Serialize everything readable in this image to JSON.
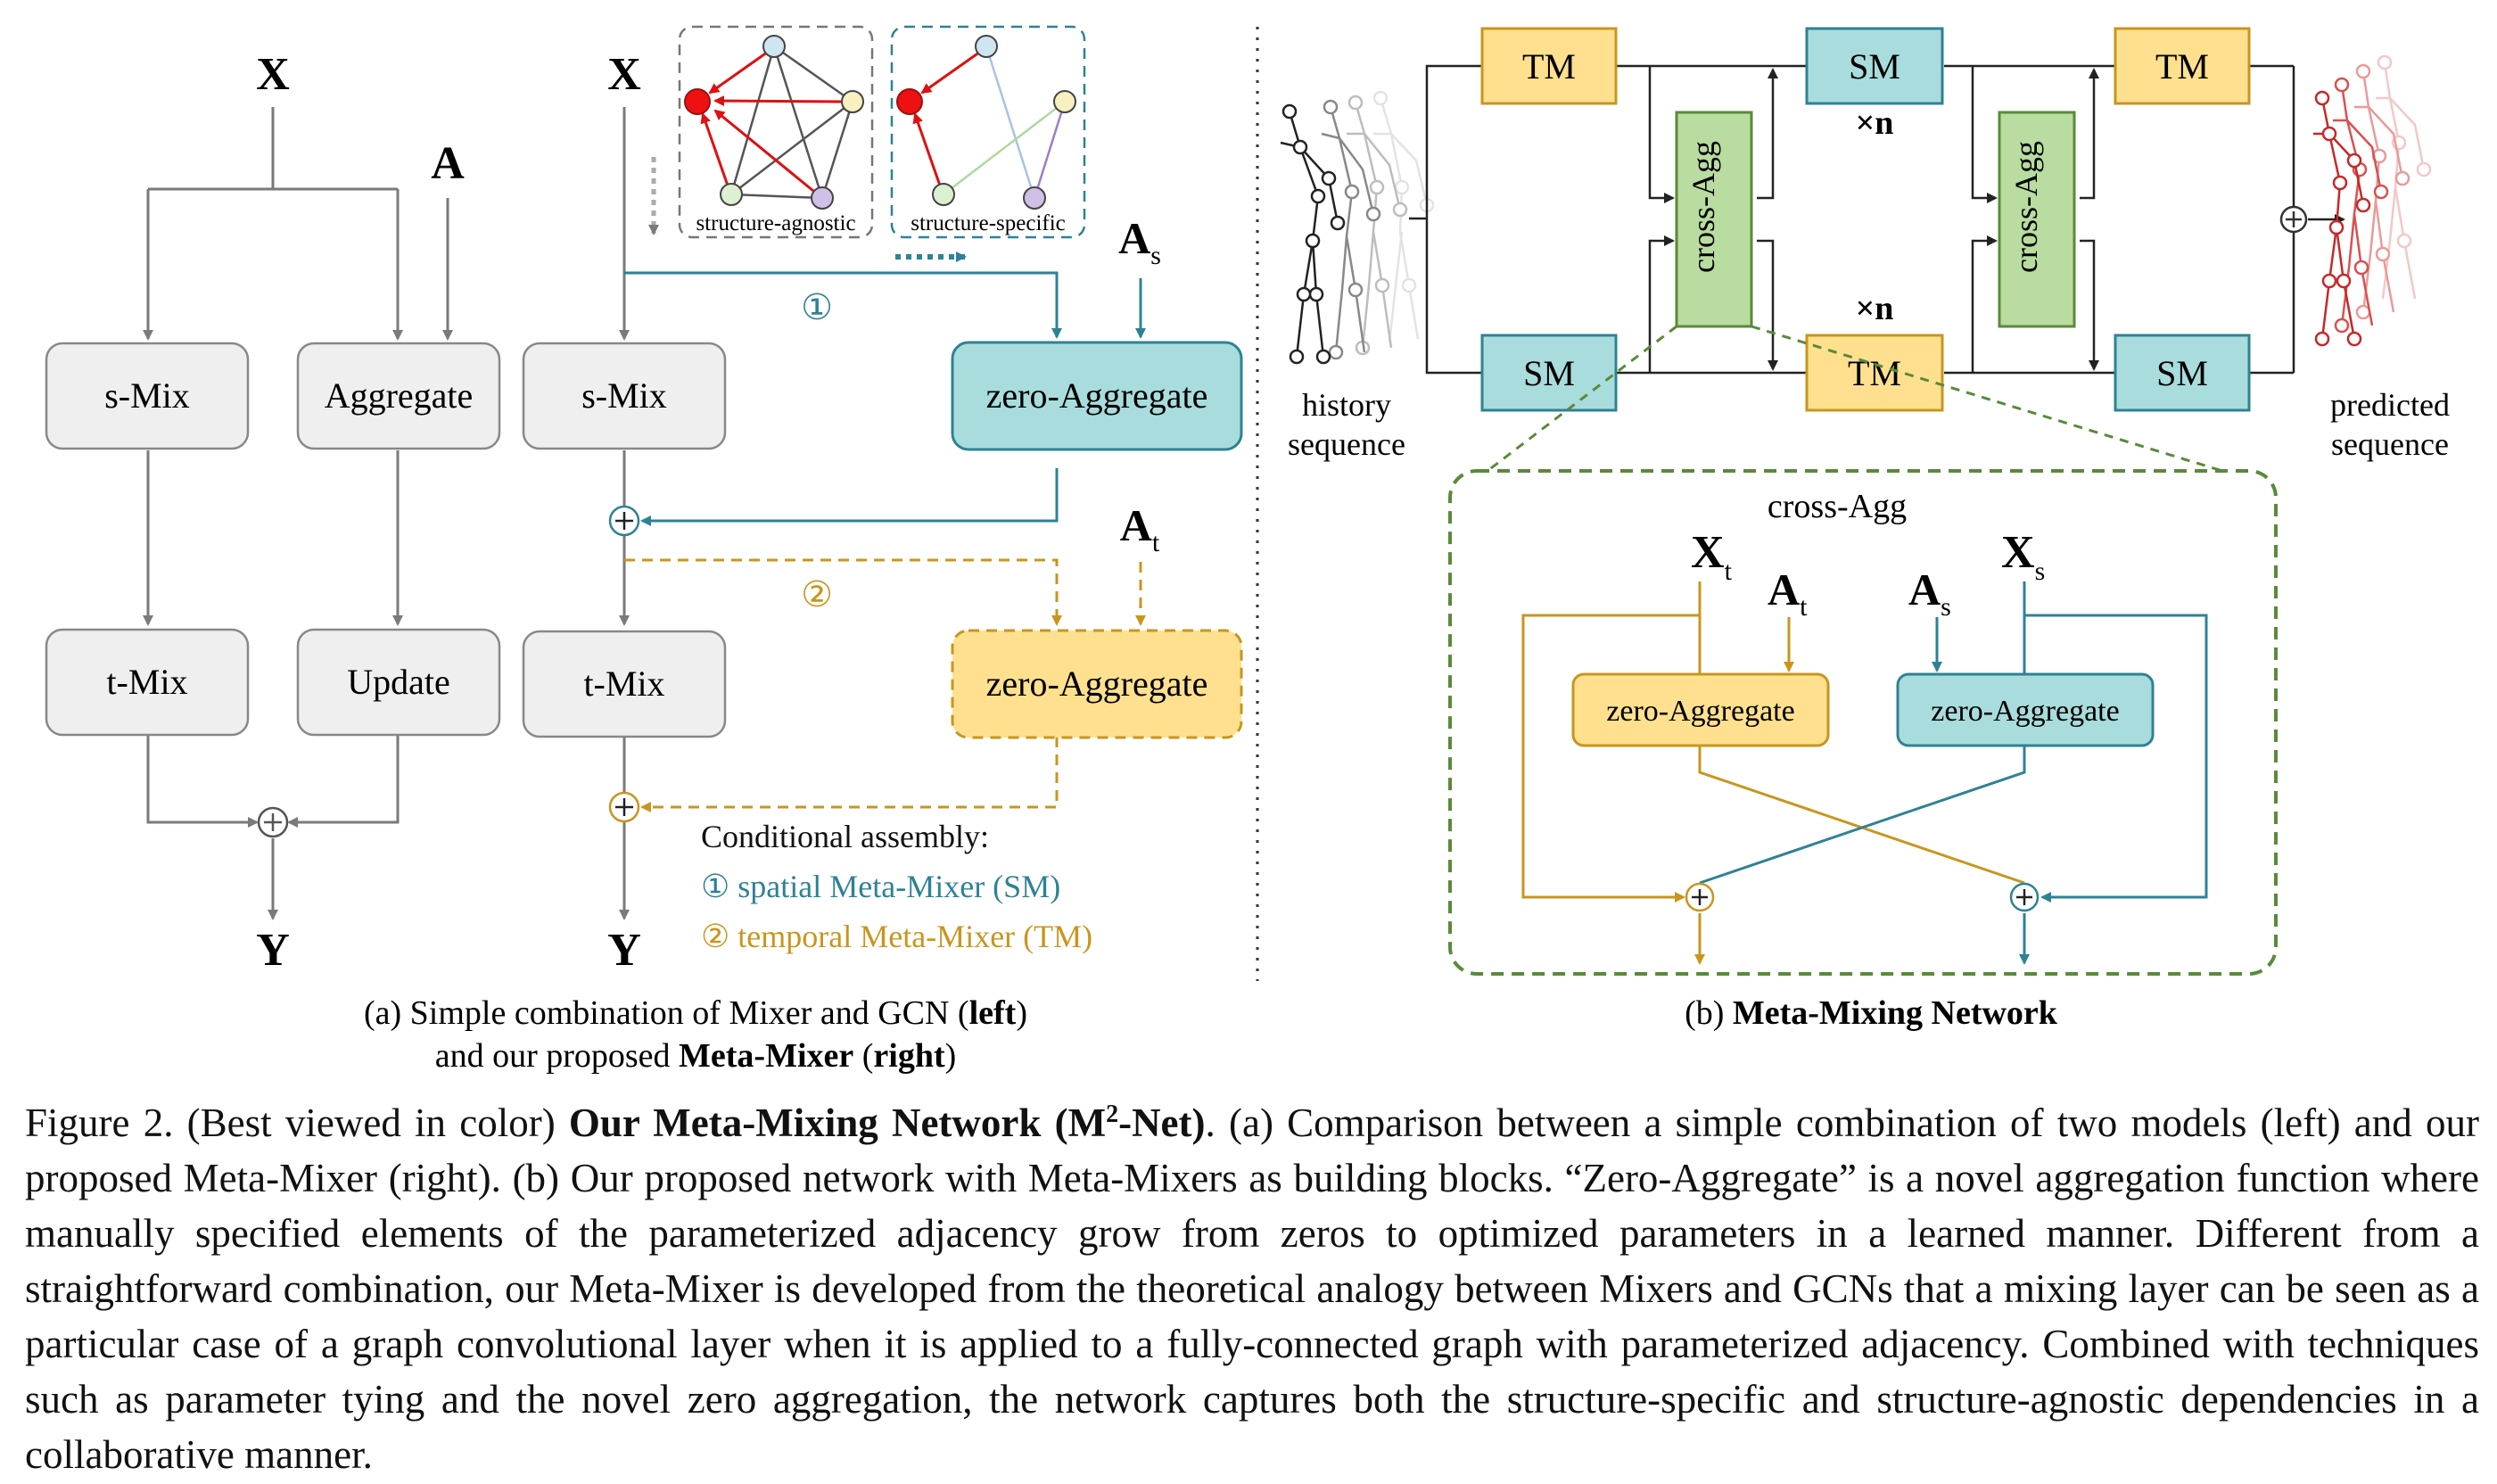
{
  "colors": {
    "gray_box_fill": "#efefef",
    "gray_line": "#7a7a7a",
    "teal": "#2e8294",
    "teal_fill": "#a9dcdc",
    "gold": "#c8961e",
    "gold_fill": "#ffe08f",
    "green_fill": "#b9dca0",
    "green_border": "#5a8a3a",
    "red": "#dd1111",
    "predicted": "#c62828"
  },
  "panel_a": {
    "left": {
      "x_label": "X",
      "a_label": "A",
      "s_mix": "s-Mix",
      "aggregate": "Aggregate",
      "t_mix": "t-Mix",
      "update": "Update",
      "y_label": "Y"
    },
    "right": {
      "x_label": "X",
      "s_mix": "s-Mix",
      "t_mix": "t-Mix",
      "y_label": "Y",
      "zero_agg_s": "zero-Aggregate",
      "zero_agg_t": "zero-Aggregate",
      "a_s_main": "A",
      "a_s_sub": "s",
      "a_t_main": "A",
      "a_t_sub": "t",
      "marker_1": "①",
      "marker_2": "②",
      "graph_agnostic_label": "structure-agnostic",
      "graph_specific_label": "structure-specific"
    },
    "legend": {
      "title": "Conditional assembly:",
      "item_1": "① spatial Meta-Mixer (SM)",
      "item_2": "② temporal Meta-Mixer (TM)"
    },
    "caption_line1_prefix": "(a) Simple combination of Mixer and GCN (",
    "caption_line1_bold": "left",
    "caption_line1_suffix": ")",
    "caption_line2_prefix": "and our proposed ",
    "caption_line2_bold1": "Meta-Mixer",
    "caption_line2_mid": " (",
    "caption_line2_bold2": "right",
    "caption_line2_suffix": ")"
  },
  "panel_b": {
    "tm": "TM",
    "sm": "SM",
    "cross_agg": "cross-Agg",
    "times_n_top": "×n",
    "times_n_bottom": "×n",
    "history_line1": "history",
    "history_line2": "sequence",
    "predicted_line1": "predicted",
    "predicted_line2": "sequence",
    "cross_agg_title": "cross-Agg",
    "x_t_main": "X",
    "x_t_sub": "t",
    "a_t_main": "A",
    "a_t_sub": "t",
    "a_s_main": "A",
    "a_s_sub": "s",
    "x_s_main": "X",
    "x_s_sub": "s",
    "zero_agg_left": "zero-Aggregate",
    "zero_agg_right": "zero-Aggregate",
    "caption_prefix": "(b) ",
    "caption_bold": "Meta-Mixing Network"
  },
  "figure_caption": {
    "label": "Figure 2. (Best viewed in color) ",
    "bold_title": "Our Meta-Mixing Network (M",
    "bold_sup": "2",
    "bold_title_end": "-Net)",
    "body": ".  (a) Comparison between a simple combination of two models (left) and our proposed Meta-Mixer (right).  (b) Our proposed network with Meta-Mixers as building blocks. “Zero-Aggregate” is a novel aggregation function where manually specified elements of the parameterized adjacency grow from zeros to optimized parameters in a learned manner. Different from a straightforward combination, our Meta-Mixer is developed from the theoretical analogy between Mixers and GCNs that a mixing layer can be seen as a particular case of a graph convolutional layer when it is applied to a fully-connected graph with parameterized adjacency.  Combined with techniques such as parameter tying and the novel zero aggregation, the network captures both the structure-specific and structure-agnostic dependencies in a collaborative manner."
  }
}
